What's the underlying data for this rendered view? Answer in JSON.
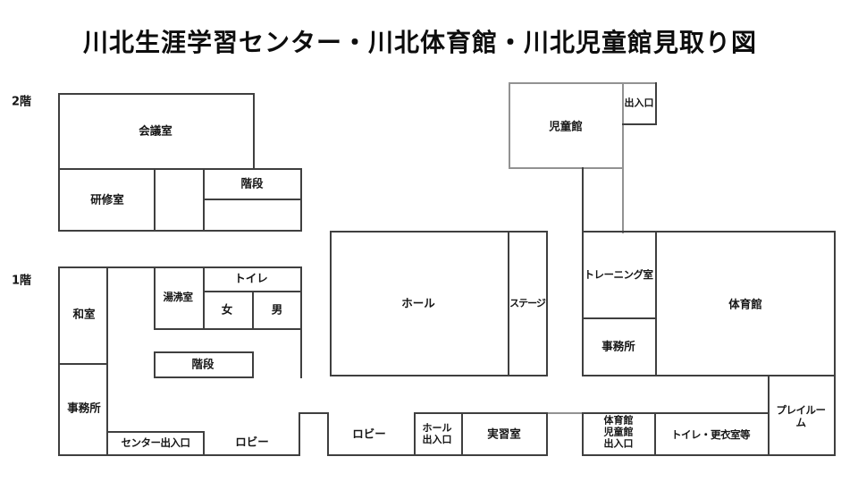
{
  "title": "川北生涯学習センター・川北体育館・川北児童館見取り図",
  "floor_labels": {
    "second": "2階",
    "first": "1階"
  },
  "rooms": {
    "kaigishitsu": "会議室",
    "kenshushitsu": "研修室",
    "kaidan_2f": "階段",
    "jidokan": "児童館",
    "jidokan_deiriguchi": "出入口",
    "washitsu": "和室",
    "jimusho_center": "事務所",
    "yuwakashishitsu": "湯沸室",
    "toire": "トイレ",
    "onna": "女",
    "otoko": "男",
    "kaidan_1f": "階段",
    "center_deiriguchi": "センター出入口",
    "lobby_left": "ロビー",
    "lobby_mid": "ロビー",
    "hall": "ホール",
    "stage": "ステージ",
    "hall_deiriguchi": "ホール\n出入口",
    "jisshushitsu": "実習室",
    "training_room": "トレーニング室",
    "jimusho_gym": "事務所",
    "taiikukan": "体育館",
    "playroom": "プレイルーム",
    "gym_jido_deiriguchi": "体育館\n児童館\n出入口",
    "toire_koishitsu": "トイレ・更衣室等"
  },
  "colors": {
    "wall": "#3f3f3f",
    "wall_light": "#929292",
    "text": "#161616",
    "background": "#ffffff"
  }
}
